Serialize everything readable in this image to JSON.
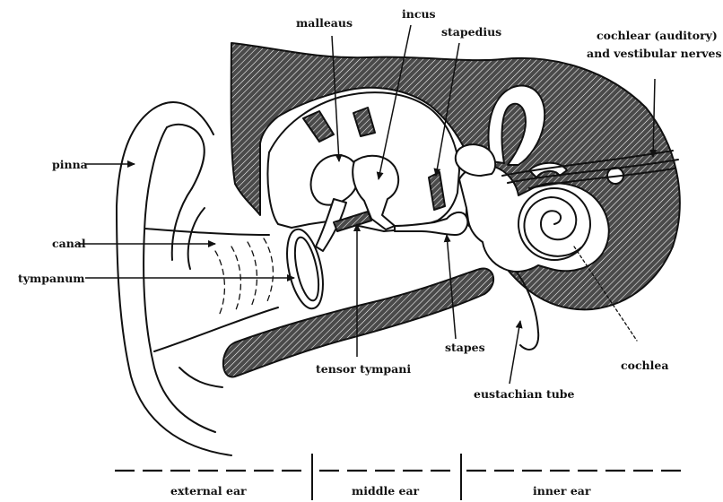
{
  "labels": {
    "malleus": "malleaus",
    "incus": "incus",
    "stapedius": "stapedius",
    "nerves_line1": "cochlear (auditory)",
    "nerves_line2": "and vestibular nerves",
    "pinna": "pinna",
    "canal": "canal",
    "tympanum": "tympanum",
    "stapes": "stapes",
    "tensor_tympani": "tensor tympani",
    "cochlea": "cochlea",
    "eustachian_tube": "eustachian tube"
  },
  "sections": {
    "external": "external ear",
    "middle": "middle ear",
    "inner": "inner ear"
  }
}
